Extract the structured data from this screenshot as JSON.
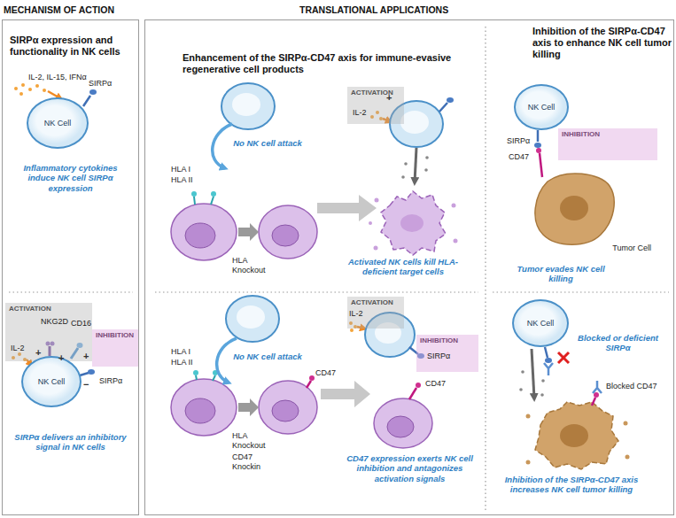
{
  "diagram": {
    "nodes": [
      {
        "text": [
          "SIRPα expression and functionality in NK cells"
        ]
      },
      {
        "text": [
          "NK Cell"
        ],
        "in": 0
      },
      {
        "text": [
          "ACTIVATION"
        ],
        "in": 0
      },
      {
        "text": [
          "INHIBITION"
        ],
        "in": 0
      },
      {
        "text": [
          "NK Cell"
        ],
        "in": 0
      },
      {
        "text": [
          "Enhancement of the SIRPα-CD47 axis for immune-evasive regenerative cell products",
          "Inhibition of the SIRPα-CD47 axis to enhance NK cell tumor killing"
        ]
      },
      {
        "text": [
          "ACTIVATION"
        ],
        "in": 5
      },
      {
        "text": [
          "ACTIVATION"
        ],
        "in": 5
      },
      {
        "text": [
          "INHIBITION"
        ],
        "in": 5
      },
      {
        "text": [
          "NK Cell"
        ],
        "in": 5
      },
      {
        "text": [
          "INHIBITION"
        ],
        "in": 5
      },
      {
        "text": [
          "Tumor Cell"
        ],
        "in": 5
      },
      {
        "text": [
          "NK Cell"
        ],
        "in": 5
      }
    ],
    "labels": [
      "MECHANISM OF ACTION",
      "TRANSLATIONAL APPLICATIONS",
      "IL-2, IL-15, IFNα",
      "SIRPα",
      "Inflammatory cytokines induce NK cell SIRPα expression",
      "NKG2D",
      "CD16",
      "IL-2",
      "SIRPα",
      "SIRPα delivers an inhibitory signal in NK cells",
      "HLA I",
      "HLA II",
      "No NK cell attack",
      "HLA Knockout",
      "IL-2",
      "Activated NK cells kill HLA-deficient target cells",
      "HLA I",
      "HLA II",
      "No NK cell attack",
      "HLA Knockout",
      "CD47 Knockin",
      "CD47",
      "IL-2",
      "SIRPα",
      "CD47",
      "CD47 expression exerts NK cell inhibition and antagonizes activation signals",
      "SIRPα",
      "CD47",
      "Tumor evades NK cell killing",
      "Blocked or deficient SIRPα",
      "Blocked CD47",
      "Inhibition of the SIRPα-CD47 axis increases NK cell tumor killing",
      "+",
      "+",
      "+",
      "−",
      "+"
    ]
  }
}
